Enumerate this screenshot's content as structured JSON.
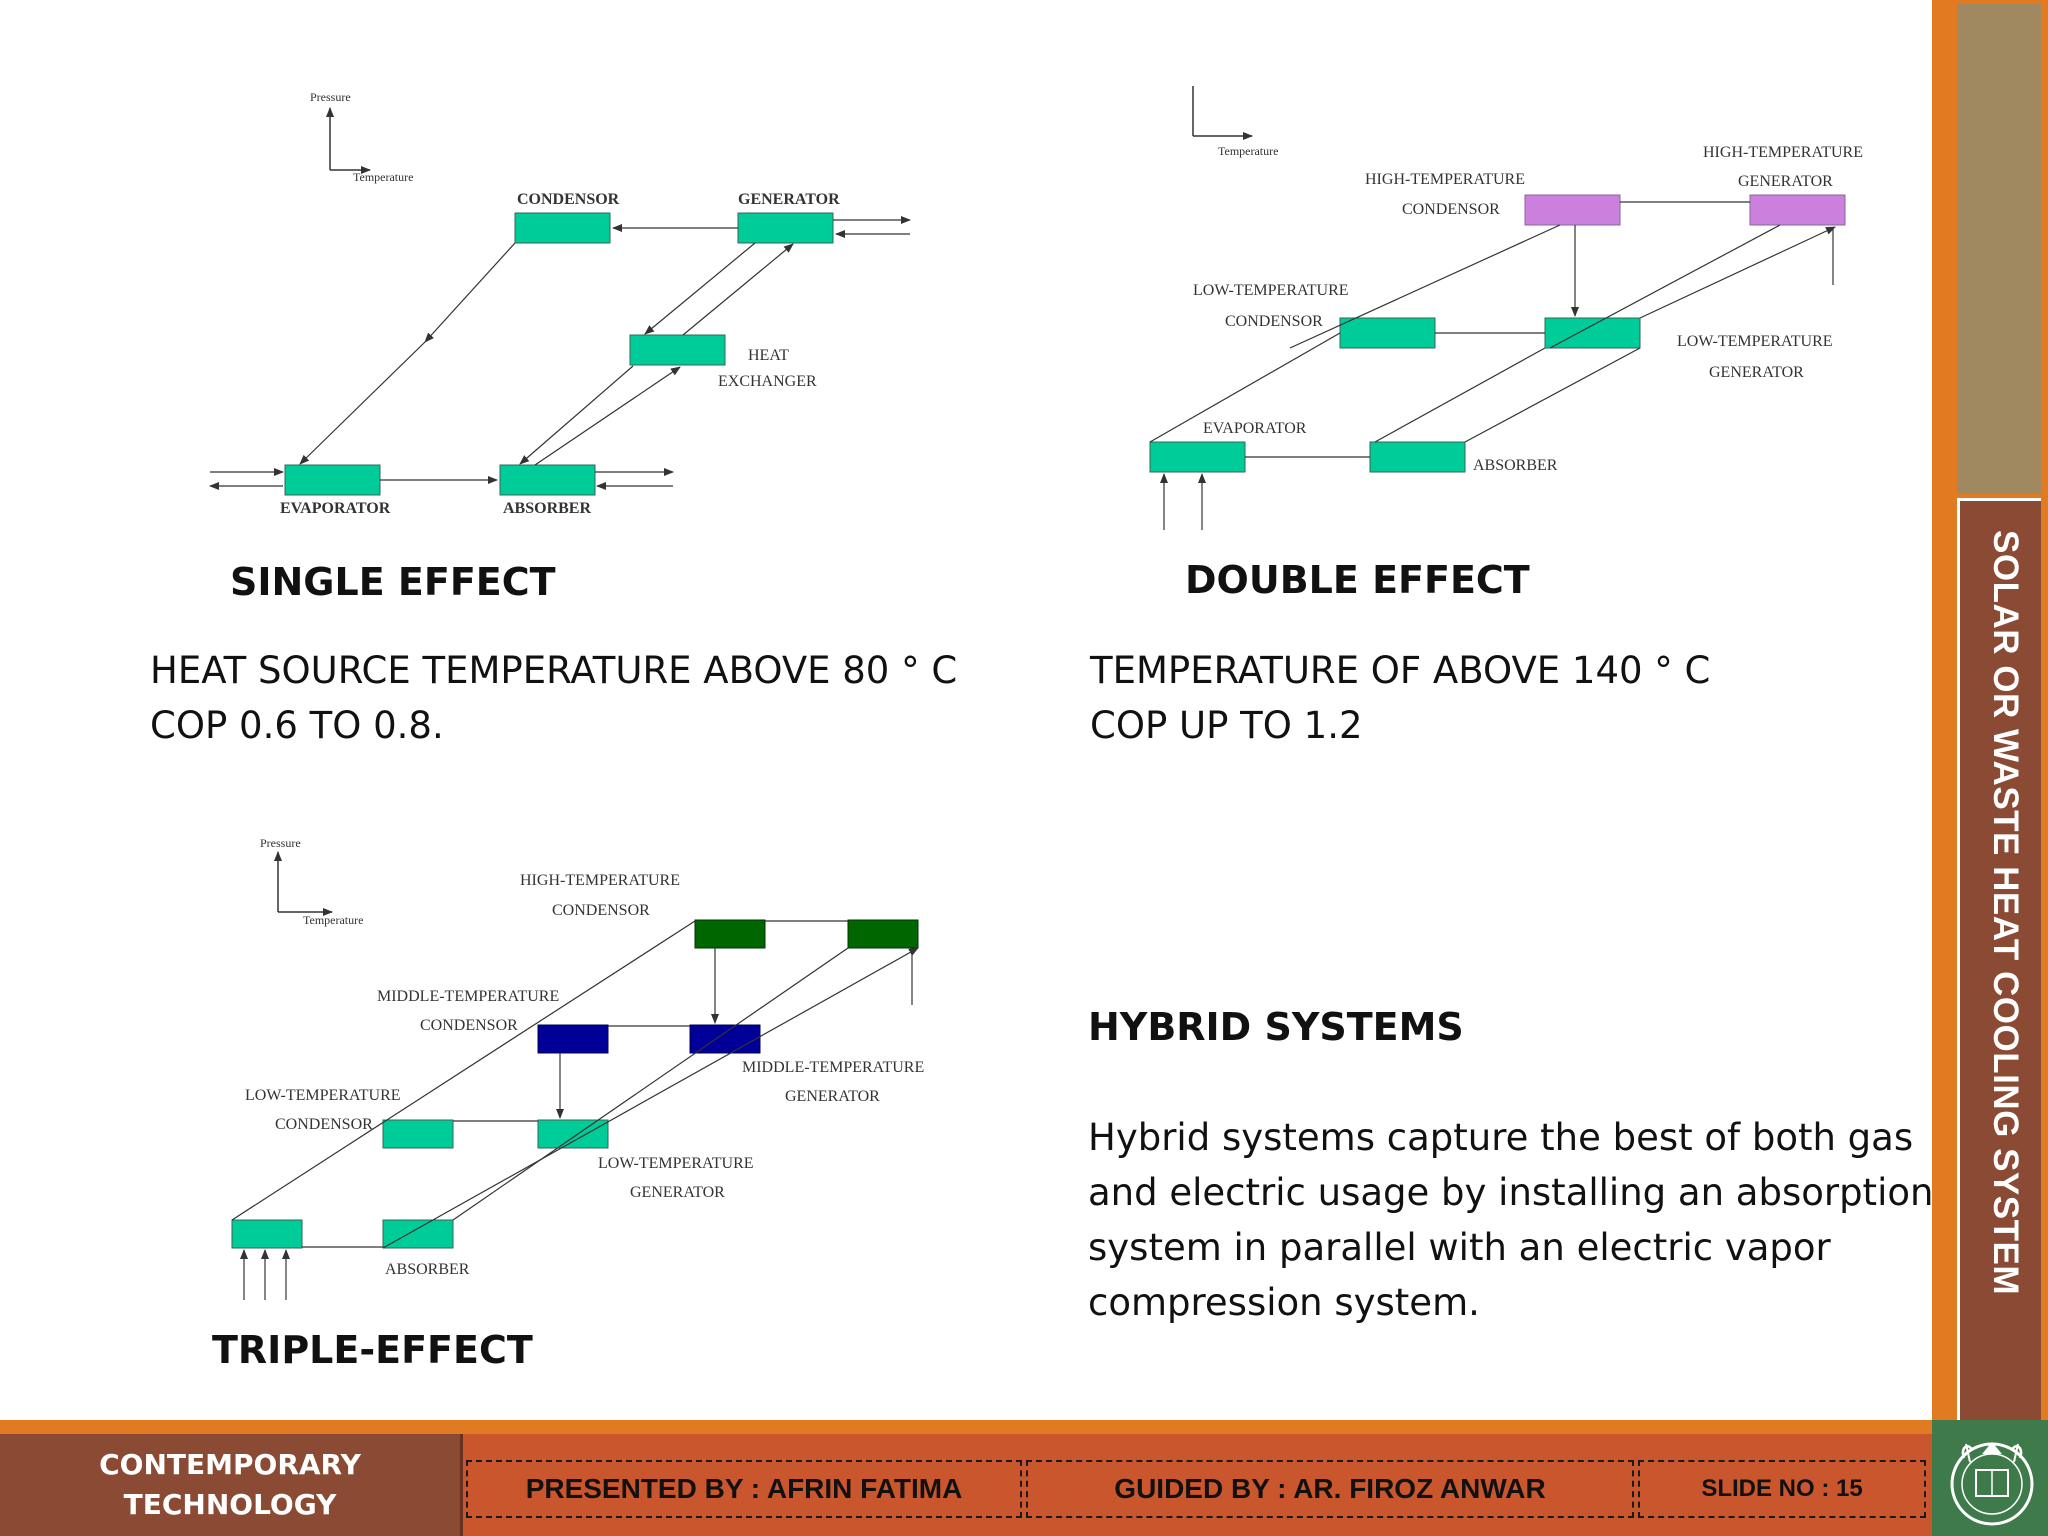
{
  "sidebar": {
    "vertical_title": "SOLAR OR WASTE HEAT COOLING SYSTEM",
    "colors": {
      "orange": "#e07b21",
      "olive": "#a08860",
      "brown": "#8b4a33"
    }
  },
  "single_effect": {
    "heading": "SINGLE EFFECT",
    "line1": "HEAT SOURCE TEMPERATURE ABOVE 80 ° C",
    "line2": "COP   0.6 TO 0.8.",
    "diagram": {
      "axis_y": "Pressure",
      "axis_x": "Temperature",
      "condensor": "CONDENSOR",
      "generator": "GENERATOR",
      "heat": "HEAT",
      "exchanger": "EXCHANGER",
      "evaporator": "EVAPORATOR",
      "absorber": "ABSORBER"
    }
  },
  "double_effect": {
    "heading": "DOUBLE EFFECT",
    "line1": "TEMPERATURE OF ABOVE 140 ° C",
    "line2": "COP UP TO 1.2",
    "diagram": {
      "axis_x": "Temperature",
      "ht_a": "HIGH-TEMPERATURE",
      "ht_condensor": "CONDENSOR",
      "ht_b": "HIGH-TEMPERATURE",
      "ht_generator": "GENERATOR",
      "lt_a": "LOW-TEMPERATURE",
      "lt_condensor": "CONDENSOR",
      "lt_b": "LOW-TEMPERATURE",
      "lt_generator": "GENERATOR",
      "evaporator": "EVAPORATOR",
      "absorber": "ABSORBER"
    }
  },
  "triple_effect": {
    "heading": "TRIPLE-EFFECT",
    "diagram": {
      "axis_y": "Pressure",
      "axis_x": "Temperature",
      "ht_a": "HIGH-TEMPERATURE",
      "ht_condensor": "CONDENSOR",
      "mt_a": "MIDDLE-TEMPERATURE",
      "mt_condensor": "CONDENSOR",
      "mt_b": "MIDDLE-TEMPERATURE",
      "mt_generator": "GENERATOR",
      "lt_a": "LOW-TEMPERATURE",
      "lt_condensor": "CONDENSOR",
      "lt_b": "LOW-TEMPERATURE",
      "lt_generator": "GENERATOR",
      "absorber": "ABSORBER"
    }
  },
  "hybrid": {
    "heading": "HYBRID SYSTEMS",
    "line1": "Hybrid systems capture the best of both gas",
    "line2": "and electric usage by installing an absorption",
    "line3": "system in parallel with an electric vapor",
    "line4": "compression system."
  },
  "footer": {
    "category_line1": "CONTEMPORARY",
    "category_line2": "TECHNOLOGY",
    "presented": "PRESENTED BY : AFRIN FATIMA",
    "guided": "GUIDED BY : AR. FIROZ ANWAR",
    "slide": "SLIDE NO : 15",
    "logo_icon": "university-seal-icon"
  }
}
